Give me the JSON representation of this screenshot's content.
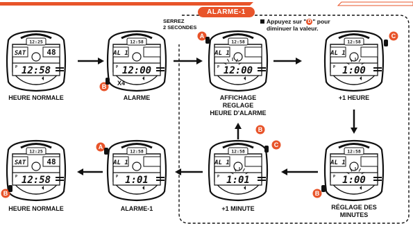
{
  "header": {
    "mode_label": "ALARME-1"
  },
  "hold_instruction": {
    "line1": "SERREZ",
    "line2": "2 SECONDES"
  },
  "note": {
    "prefix": "Appuyez sur \"",
    "button": "D",
    "suffix": "\" pour",
    "line2": "diminuer la valeur."
  },
  "x4_label": "X4",
  "buttons": {
    "a": "A",
    "b": "B",
    "c": "C"
  },
  "watch_labels": {
    "top": "12:25",
    "small_time": "12:58",
    "pm": "P"
  },
  "steps": [
    {
      "id": "heure-normale-1",
      "caption": [
        "HEURE NORMALE"
      ],
      "day": "SAT",
      "date": "48",
      "main": "12:58",
      "accent": "#000000"
    },
    {
      "id": "alarme",
      "caption": [
        "ALARME"
      ],
      "day": "AL 1",
      "date": "",
      "main": "12:00",
      "accent": "#000000"
    },
    {
      "id": "affichage",
      "caption": [
        "AFFICHAGE",
        "REGLAGE",
        "HEURE D'ALARME"
      ],
      "day": "AL 1",
      "date": "",
      "main": "12:00",
      "accent": "#000000"
    },
    {
      "id": "plus-1-heure",
      "caption": [
        "+1 HEURE"
      ],
      "day": "AL 1",
      "date": "",
      "main": "1:00",
      "accent": "#000000"
    },
    {
      "id": "reglage-minutes",
      "caption": [
        "RÉGLAGE DES",
        "MINUTES"
      ],
      "day": "AL 1",
      "date": "",
      "main": "1:00",
      "accent": "#000000"
    },
    {
      "id": "plus-1-minute",
      "caption": [
        "+1 MINUTE"
      ],
      "day": "AL 1",
      "date": "",
      "main": "1:01",
      "accent": "#000000"
    },
    {
      "id": "alarme-1",
      "caption": [
        "ALARME-1"
      ],
      "day": "AL 1",
      "date": "",
      "main": "1:01",
      "accent": "#000000"
    },
    {
      "id": "heure-normale-2",
      "caption": [
        "HEURE NORMALE"
      ],
      "day": "SAT",
      "date": "48",
      "main": "12:58",
      "accent": "#000000"
    }
  ],
  "colors": {
    "orange": "#e8542a",
    "dark": "#111111",
    "lcd": "#ffffff"
  }
}
